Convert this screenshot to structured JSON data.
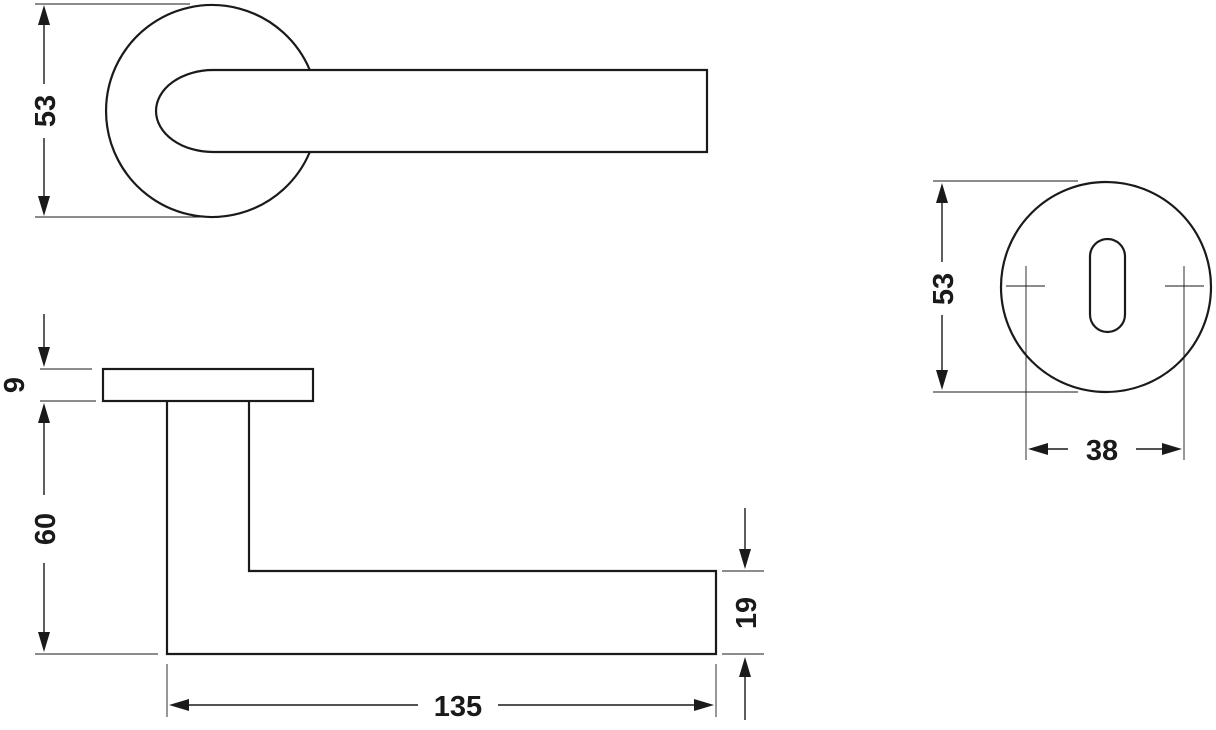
{
  "dimensions": {
    "rose_diameter_top_view": "53",
    "rose_thickness": "9",
    "lever_height": "60",
    "lever_grip_thickness": "19",
    "lever_length": "135",
    "escutcheon_diameter": "53",
    "escutcheon_fixing_spacing": "38"
  }
}
